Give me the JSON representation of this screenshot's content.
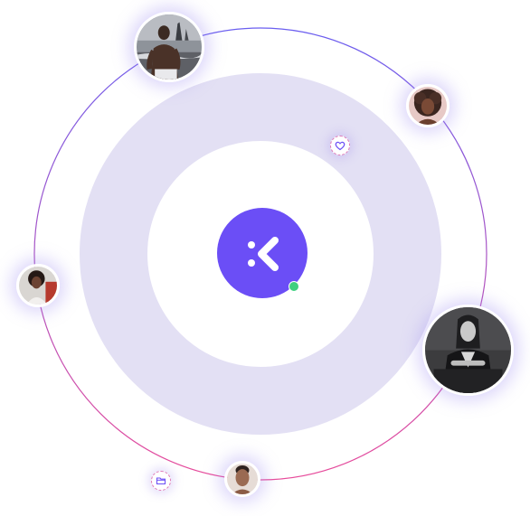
{
  "brand": {
    "logo_icon": "brand-logo-icon",
    "logo_color": "#6b4ef6",
    "status": "online",
    "status_color": "#3ed07f"
  },
  "colors": {
    "ring": "#e3e0f4",
    "orbit_start": "#6a5ef0",
    "orbit_end": "#e84b9a"
  },
  "badges": [
    {
      "icon": "heart-icon"
    },
    {
      "icon": "folder-icon"
    }
  ],
  "avatars": [
    {
      "name": "avatar-beach-man"
    },
    {
      "name": "avatar-curly-woman"
    },
    {
      "name": "avatar-left-woman"
    },
    {
      "name": "avatar-bw-woman"
    },
    {
      "name": "avatar-bottom-man"
    }
  ]
}
